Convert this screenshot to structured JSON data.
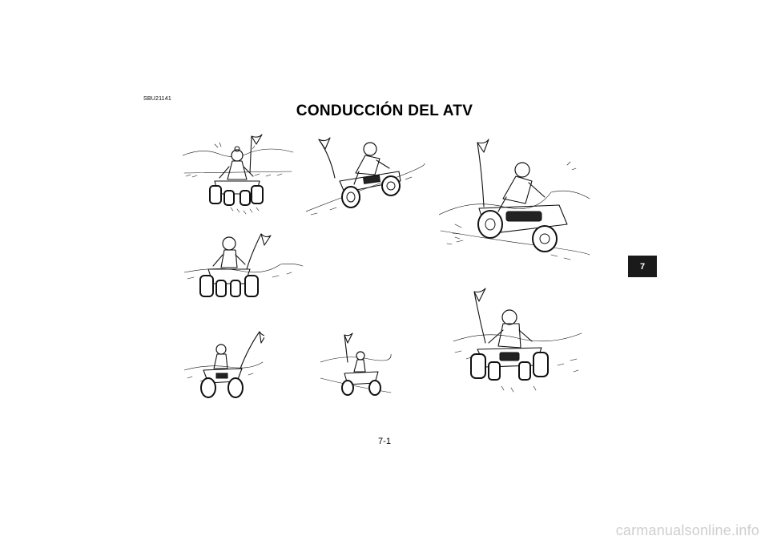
{
  "header": {
    "code": "SBU21141",
    "title": "CONDUCCIÓN DEL ATV"
  },
  "chapter_tab": "7",
  "footer": {
    "page_number": "7-1"
  },
  "watermark": "carmanualsonline.info"
}
